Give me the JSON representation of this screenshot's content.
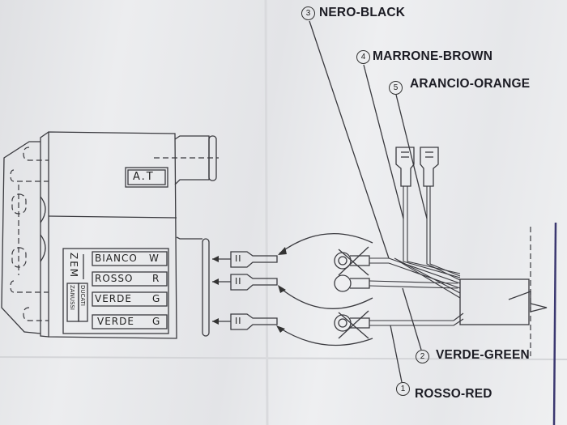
{
  "diagram": {
    "title": "Ignition module wiring diagram",
    "module": {
      "hv_label": "A.T",
      "brand": "ZEM",
      "sub_brand": [
        "DUCATI",
        "ZANUSSI"
      ],
      "terminals": [
        {
          "name": "BIANCO",
          "code": "W"
        },
        {
          "name": "ROSSO",
          "code": "R"
        },
        {
          "name": "VERDE",
          "code": "G"
        },
        {
          "name": "VERDE",
          "code": "G"
        }
      ]
    },
    "wires": [
      {
        "number": "3",
        "label": "NERO-BLACK"
      },
      {
        "number": "4",
        "label": "MARRONE-BROWN"
      },
      {
        "number": "5",
        "label": "ARANCIO-ORANGE"
      },
      {
        "number": "2",
        "label": "VERDE-GREEN"
      },
      {
        "number": "1",
        "label": "ROSSO-RED"
      }
    ],
    "connector_marks": [
      "II",
      "II",
      "II"
    ]
  }
}
